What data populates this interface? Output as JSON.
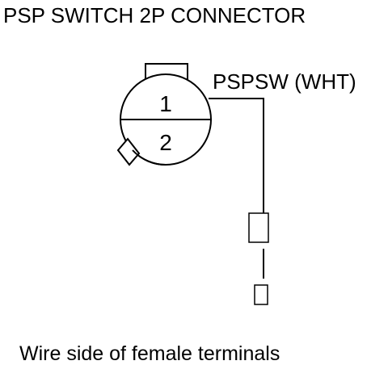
{
  "title": "PSP SWITCH 2P CONNECTOR",
  "connector": {
    "pins": [
      {
        "number": "1"
      },
      {
        "number": "2"
      }
    ]
  },
  "wire": {
    "label": "PSPSW (WHT)"
  },
  "caption": "Wire side of female terminals"
}
